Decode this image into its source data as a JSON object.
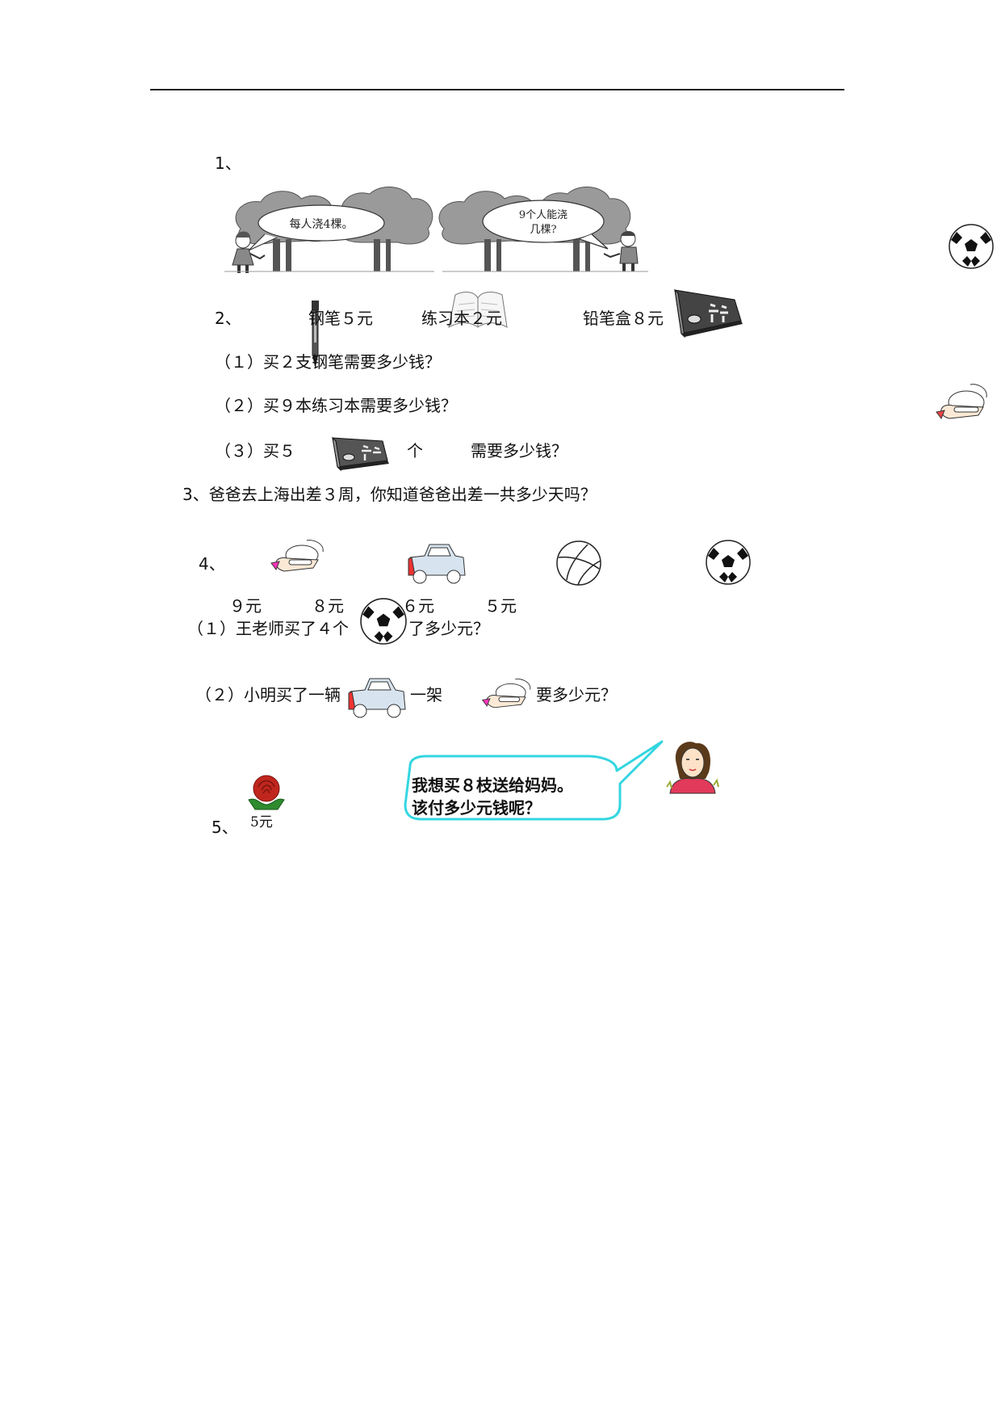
{
  "q1": {
    "number": "1、",
    "bubble_left": "每人浇4棵。",
    "bubble_right_line1": "9个人能浇",
    "bubble_right_line2": "几棵?"
  },
  "q2": {
    "number": "2、",
    "pen": "钢笔５元",
    "notebook": "练习本２元",
    "pencilcase": "铅笔盒８元",
    "sub1": "（１）买２支钢笔需要多少钱？",
    "sub2": "（２）买９本练习本需要多少钱？",
    "sub3a": "（３）买５",
    "sub3b": "个",
    "sub3c": "需要多少钱？"
  },
  "q3": {
    "text": "3、爸爸去上海出差３周，你知道爸爸出差一共多少天吗？"
  },
  "q4": {
    "number": "4、",
    "price_plane": "９元",
    "price_car": "８元",
    "price_volleyball": "６元",
    "price_soccer": "５元",
    "sub1a": "（１）王老师买了４个",
    "sub1b": "了多少元？",
    "sub2a": "（２）小明买了一辆",
    "sub2b": "一架",
    "sub2c": "要多少元？"
  },
  "q5": {
    "number": "5、",
    "rose_price": "5元",
    "speech_line1": "我想买８枝送给妈妈。",
    "speech_line2": "该付多少元钱呢？"
  },
  "colors": {
    "bubble_border": "#33d6e0",
    "rose": "#c0261d",
    "tree": "#8a8a8a"
  }
}
